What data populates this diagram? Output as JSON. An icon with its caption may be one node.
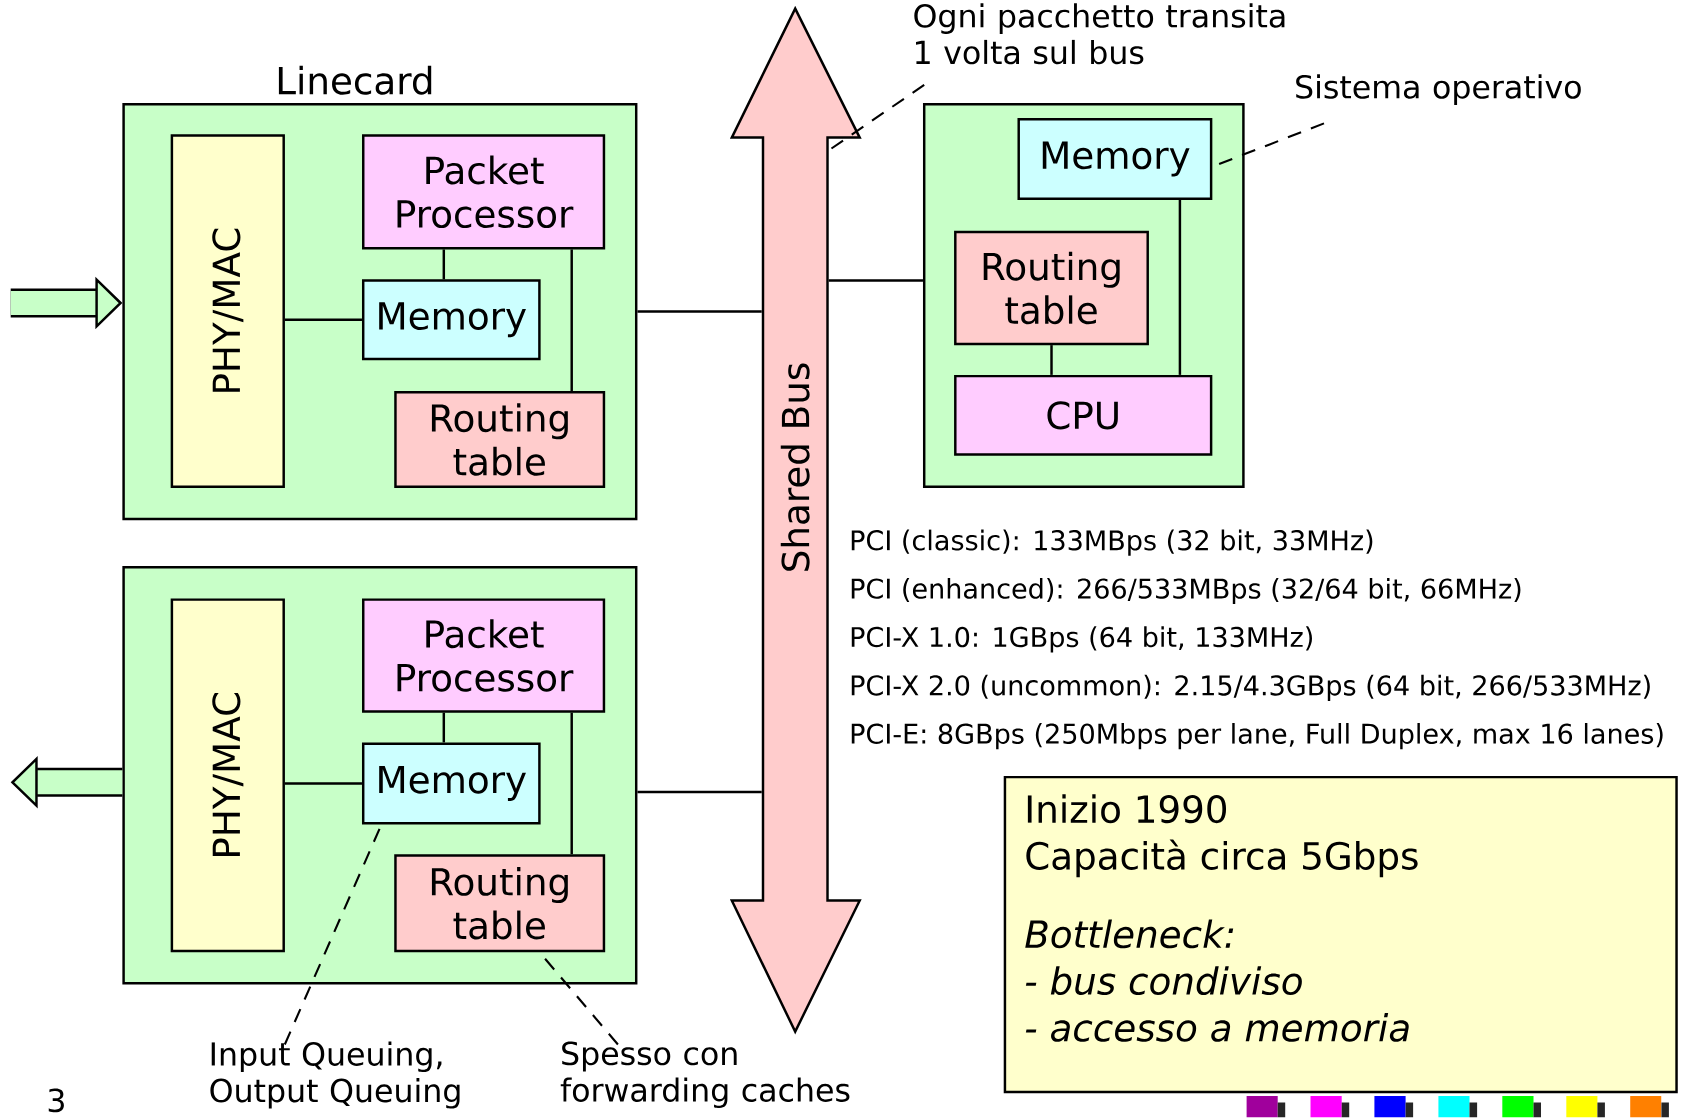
{
  "diagram": {
    "nodes": [
      {
        "text": [
          "Linecard"
        ]
      },
      {
        "text": [
          "PHY/MAC"
        ],
        "in": 0
      },
      {
        "text": [
          "Packet Processor"
        ],
        "in": 0
      },
      {
        "text": [
          "Memory"
        ],
        "in": 0
      },
      {
        "text": [
          "Routing table"
        ],
        "in": 0
      },
      {
        "text": [],
        "shape": "box"
      },
      {
        "text": [
          "PHY/MAC"
        ],
        "in": 5
      },
      {
        "text": [
          "Packet Processor"
        ],
        "in": 5
      },
      {
        "text": [
          "Memory"
        ],
        "in": 5
      },
      {
        "text": [
          "Routing table"
        ],
        "in": 5
      },
      {
        "text": [
          "Shared Bus"
        ]
      },
      {
        "text": [],
        "shape": "box"
      },
      {
        "text": [
          "Memory"
        ],
        "in": 11
      },
      {
        "text": [
          "Routing table"
        ],
        "in": 11
      },
      {
        "text": [
          "CPU"
        ],
        "in": 11
      },
      {
        "text": [
          "Inizio 1990",
          "Capacità circa 5Gbps",
          "Bottleneck:",
          "- bus condiviso",
          "- accesso a memoria"
        ]
      },
      {
        "text": [
          "Ogni pacchetto transita 1 volta sul bus"
        ]
      },
      {
        "text": [
          "Sistema operativo"
        ]
      },
      {
        "text": [
          "Input Queuing, Output Queuing"
        ]
      },
      {
        "text": [
          "Spesso con forwarding caches"
        ]
      }
    ],
    "edges": [
      {
        "from": 1,
        "to": 3,
        "arrow": "none"
      },
      {
        "from": 2,
        "to": 3,
        "arrow": "none"
      },
      {
        "from": 2,
        "to": 4,
        "arrow": "none"
      },
      {
        "from": 0,
        "to": 10,
        "arrow": "none"
      },
      {
        "from": 6,
        "to": 8,
        "arrow": "none"
      },
      {
        "from": 7,
        "to": 8,
        "arrow": "none"
      },
      {
        "from": 7,
        "to": 9,
        "arrow": "none"
      },
      {
        "from": 5,
        "to": 10,
        "arrow": "none"
      },
      {
        "from": 10,
        "to": 11,
        "arrow": "none"
      },
      {
        "from": 12,
        "to": 14,
        "arrow": "none"
      },
      {
        "from": 13,
        "to": 14,
        "arrow": "none"
      },
      {
        "from": null,
        "to": 0,
        "arrow": "to",
        "style": "thick"
      },
      {
        "from": 5,
        "to": null,
        "arrow": "to",
        "style": "thick"
      },
      {
        "from": 16,
        "to": 10,
        "arrow": "none",
        "style": "dashed"
      },
      {
        "from": 17,
        "to": 12,
        "arrow": "none",
        "style": "dashed"
      },
      {
        "from": 18,
        "to": 8,
        "arrow": "none",
        "style": "dashed"
      },
      {
        "from": 19,
        "to": 9,
        "arrow": "none",
        "style": "dashed"
      }
    ],
    "labels": [
      "PCI (classic): 133MBps (32 bit, 33MHz)",
      "PCI (enhanced): 266/533MBps (32/64 bit, 66MHz)",
      "PCI-X 1.0: 1GBps (64 bit, 133MHz)",
      "PCI-X 2.0 (uncommon): 2.15/4.3GBps (64 bit, 266/533MHz)",
      "PCI-E: 8GBps (250Mbps per lane, Full Duplex, max 16 lanes)",
      "3"
    ]
  }
}
